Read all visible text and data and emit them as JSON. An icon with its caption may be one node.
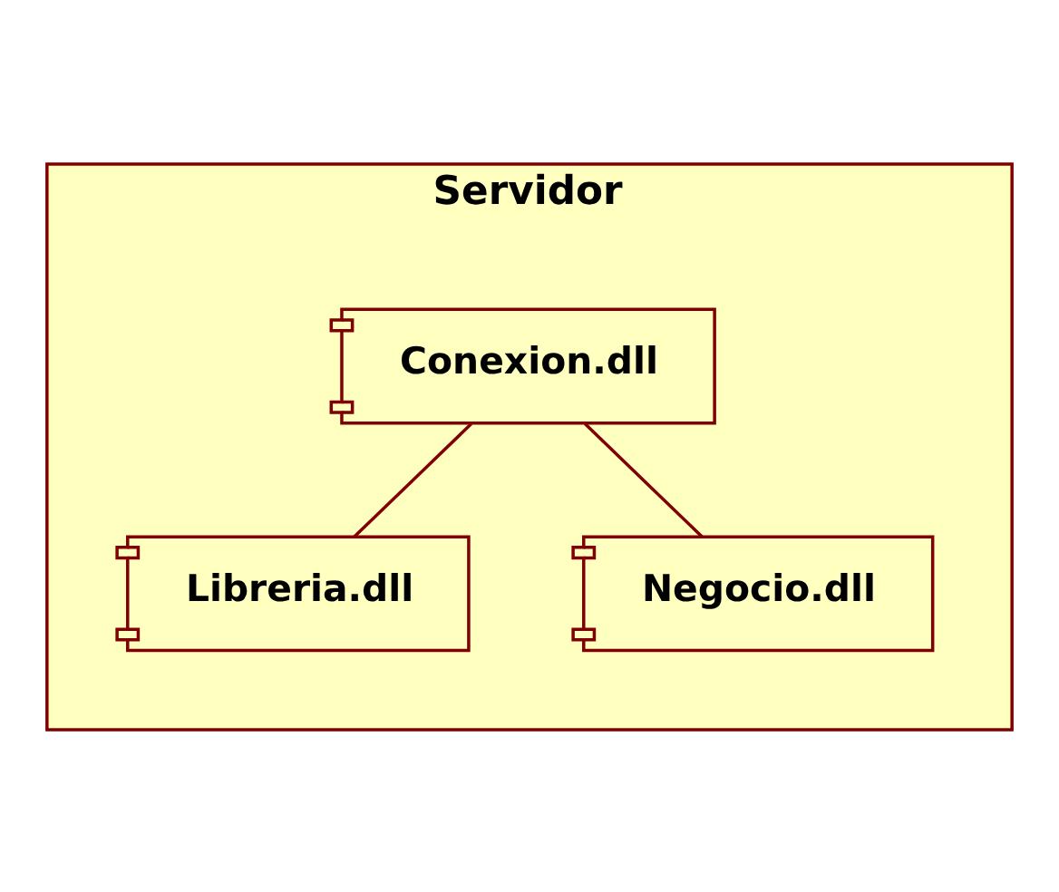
{
  "diagram": {
    "nodes": [
      {
        "text": [
          "Servidor"
        ]
      },
      {
        "text": [
          "Conexion.dll"
        ],
        "in": 0
      },
      {
        "text": [
          "Libreria.dll"
        ],
        "in": 0
      },
      {
        "text": [
          "Negocio.dll"
        ],
        "in": 0
      }
    ],
    "edges": [
      {
        "from": 1,
        "to": 2,
        "arrow": "none"
      },
      {
        "from": 1,
        "to": 3,
        "arrow": "none"
      }
    ]
  }
}
